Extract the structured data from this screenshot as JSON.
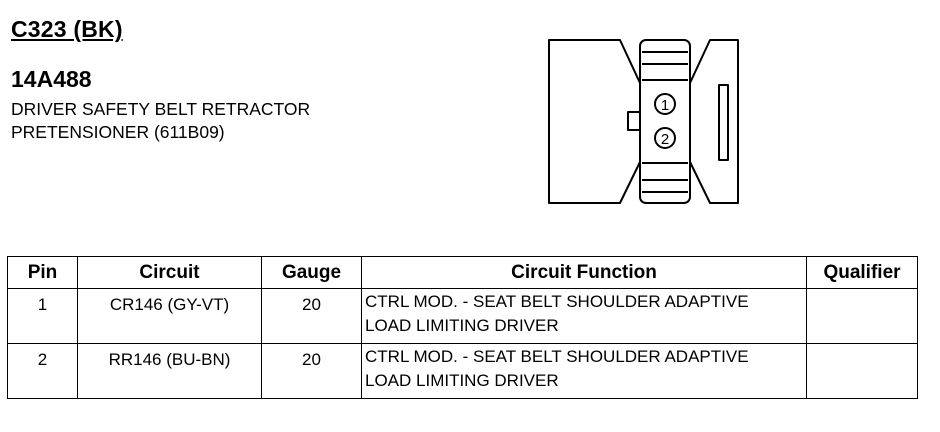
{
  "header": {
    "connector": "C323 (BK)",
    "part_number": "14A488",
    "description_lines": [
      "DRIVER SAFETY BELT RETRACTOR",
      "PRETENSIONER (611B09)"
    ]
  },
  "connector_diagram": {
    "pin_labels": [
      "1",
      "2"
    ]
  },
  "table": {
    "headers": [
      "Pin",
      "Circuit",
      "Gauge",
      "Circuit Function",
      "Qualifier"
    ],
    "rows": [
      {
        "pin": "1",
        "circuit": "CR146 (GY-VT)",
        "gauge": "20",
        "function_lines": [
          "CTRL MOD. - SEAT BELT SHOULDER ADAPTIVE",
          "LOAD LIMITING DRIVER"
        ],
        "qualifier": ""
      },
      {
        "pin": "2",
        "circuit": "RR146 (BU-BN)",
        "gauge": "20",
        "function_lines": [
          "CTRL MOD. - SEAT BELT SHOULDER ADAPTIVE",
          "LOAD LIMITING DRIVER"
        ],
        "qualifier": ""
      }
    ]
  }
}
